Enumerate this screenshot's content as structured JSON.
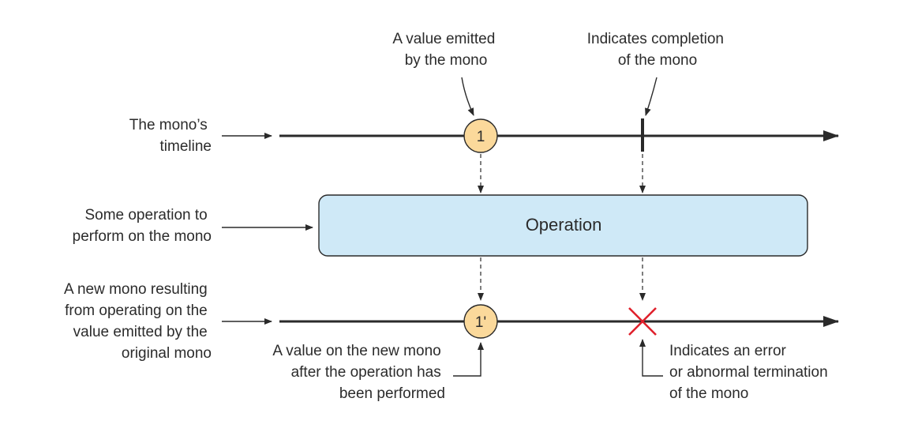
{
  "colors": {
    "marble_fill": "#fbd99b",
    "operation_fill": "#cfe9f7",
    "error_mark": "#e0202b",
    "line": "#2a2a2a"
  },
  "labels": {
    "source_timeline": [
      "The mono’s",
      "timeline"
    ],
    "operation_desc": [
      "Some operation to",
      "perform on the mono"
    ],
    "result_timeline": [
      "A new mono resulting",
      "from operating on the",
      "value emitted by the",
      "original mono"
    ],
    "value_emitted": [
      "A value emitted",
      "by the mono"
    ],
    "completion": [
      "Indicates completion",
      "of the mono"
    ],
    "new_value": [
      "A value on the new mono",
      "after the operation has",
      "been performed"
    ],
    "error": [
      "Indicates an error",
      "or abnormal termination",
      "of the mono"
    ]
  },
  "operation_label": "Operation",
  "marbles": {
    "source_value": "1",
    "result_value": "1'"
  }
}
